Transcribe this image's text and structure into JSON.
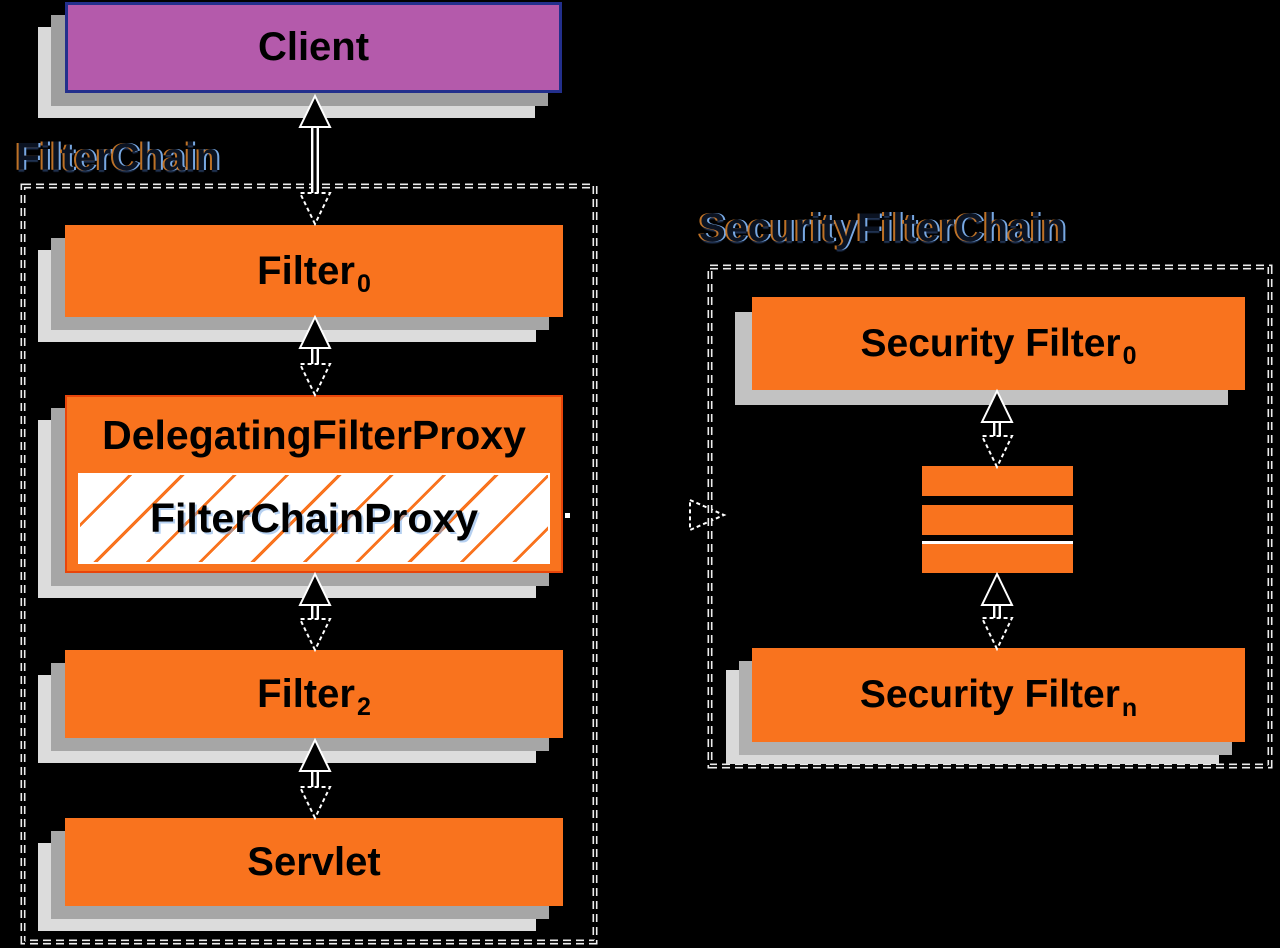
{
  "diagram": {
    "left": {
      "container_label": "FilterChain",
      "client_label": "Client",
      "filter0_label": "Filter",
      "filter0_sub": "0",
      "dfp_label": "DelegatingFilterProxy",
      "fcp_label": "FilterChainProxy",
      "filter2_label": "Filter",
      "filter2_sub": "2",
      "servlet_label": "Servlet"
    },
    "right": {
      "container_label": "SecurityFilterChain",
      "sf0_label": "Security Filter",
      "sf0_sub": "0",
      "sfn_label": "Security Filter",
      "sfn_sub": "n"
    },
    "colors": {
      "background": "#000000",
      "box_orange": "#F9731E",
      "client_purple": "#B45AAB",
      "client_border_blue": "#232F8C",
      "shadow_mid": "#A6A6A6",
      "shadow_light": "#DCDCDC"
    }
  }
}
